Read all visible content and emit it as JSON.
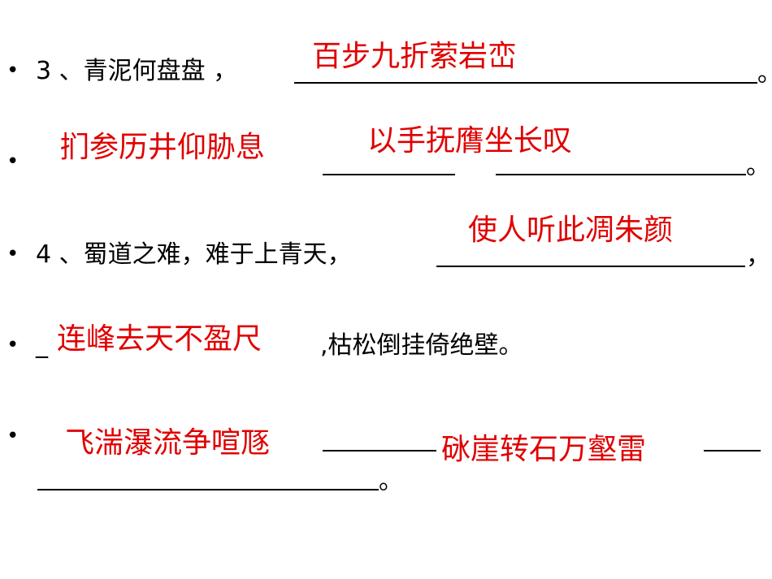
{
  "colors": {
    "text": "#000000",
    "answer": "#e00000",
    "background": "#ffffff"
  },
  "bullet_glyph": "•",
  "items": [
    {
      "prefix": "3 、青泥何盘盘 ，",
      "answer_a": "百步九折萦岩峦",
      "end": "。"
    },
    {
      "answer_a": "扪参历井仰胁息",
      "answer_b": "以手抚膺坐长叹",
      "end": "。"
    },
    {
      "prefix": "4 、蜀道之难，难于上青天，",
      "answer_a": "使人听此凋朱颜",
      "end": "，"
    },
    {
      "lead": "_",
      "answer_a": "连峰去天不盈尺",
      "suffix": ",枯松倒挂倚绝壁。"
    },
    {
      "answer_a": "飞湍瀑流争喧豗",
      "answer_b": "砯崖转石万壑雷",
      "end": "。"
    }
  ]
}
